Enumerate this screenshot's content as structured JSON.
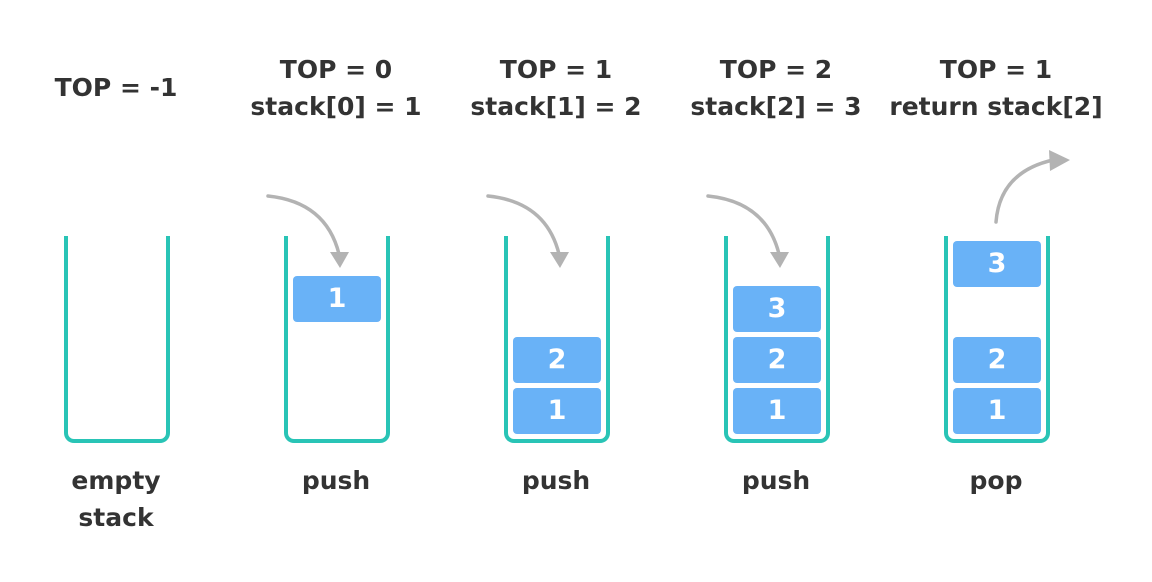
{
  "colors": {
    "container": "#29c4b6",
    "block": "#69b2f7",
    "block_text": "#ffffff",
    "arrow": "#b3b3b3",
    "text": "#333333"
  },
  "stages": [
    {
      "caption": [
        "TOP = -1"
      ],
      "operation": [
        "empty",
        "stack"
      ],
      "blocks": []
    },
    {
      "caption": [
        "TOP = 0",
        "stack[0] = 1"
      ],
      "operation": [
        "push"
      ],
      "blocks": [
        "1"
      ]
    },
    {
      "caption": [
        "TOP = 1",
        "stack[1] = 2"
      ],
      "operation": [
        "push"
      ],
      "blocks": [
        "2",
        "1"
      ]
    },
    {
      "caption": [
        "TOP = 2",
        "stack[2] = 3"
      ],
      "operation": [
        "push"
      ],
      "blocks": [
        "3",
        "2",
        "1"
      ]
    },
    {
      "caption": [
        "TOP = 1",
        "return stack[2]"
      ],
      "operation": [
        "pop"
      ],
      "blocks": [
        "3",
        "2",
        "1"
      ]
    }
  ]
}
